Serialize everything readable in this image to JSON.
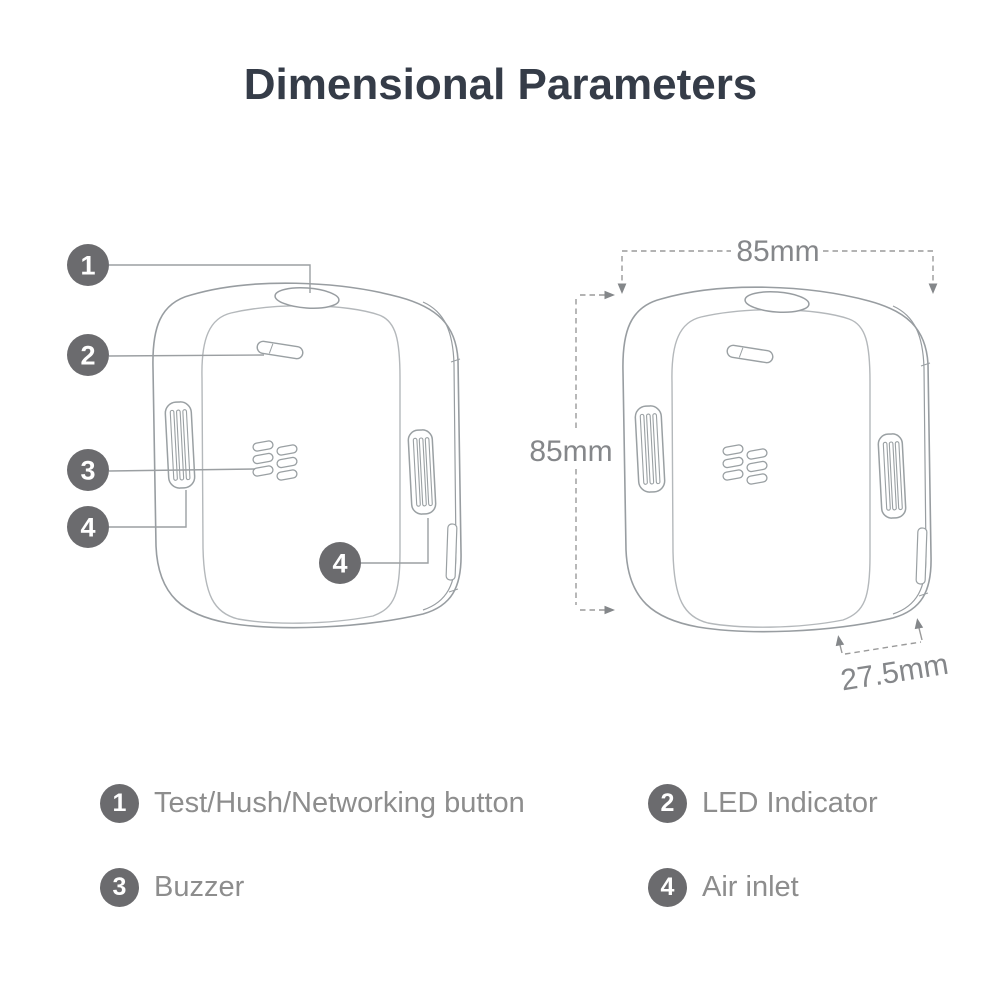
{
  "title": "Dimensional Parameters",
  "diagram": {
    "callouts": {
      "c1": "1",
      "c2": "2",
      "c3": "3",
      "c4_left": "4",
      "c4_right": "4"
    },
    "dimensions": {
      "width": "85mm",
      "height": "85mm",
      "depth": "27.5mm"
    }
  },
  "legend": {
    "items": [
      {
        "num": "1",
        "label": "Test/Hush/Networking button"
      },
      {
        "num": "2",
        "label": "LED Indicator"
      },
      {
        "num": "3",
        "label": "Buzzer"
      },
      {
        "num": "4",
        "label": "Air inlet"
      }
    ]
  },
  "colors": {
    "title_text": "#353c48",
    "legend_text": "#8d8d8d",
    "badge_bg": "#6b6b6e",
    "badge_text": "#ffffff",
    "line_art": "#989da1",
    "line_art_light": "#b4b8bb",
    "callout_line": "#9b9fa2",
    "dimension_line": "#9a9a9a",
    "dimension_text": "#85878a"
  }
}
